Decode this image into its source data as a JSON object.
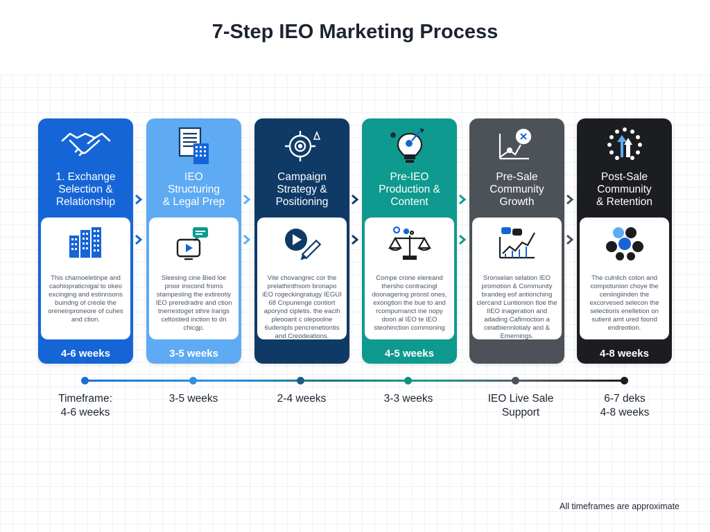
{
  "title": "7-Step IEO Marketing Process",
  "steps": [
    {
      "title": "1. Exchange\nSelection &\nRelationship",
      "description": "This chamoeletinpe and caohiopraticnigal to okeo excinging and estinnsons buindng of creole the oreneinproneore of cuhes and ction.",
      "duration": "4-6 weeks",
      "color": "#1565d6",
      "icon_top": "handshake-icon",
      "icon_body": "office-buildings-icon"
    },
    {
      "title": "IEO\nStructuring\n& Legal Prep",
      "description": "Sleesing cine Bied loe proor inscond froms stampesling the extireotiy IEO preredradre and ction tnerrestoget sthre lrarigs celtostied inction to dn chicgp.",
      "duration": "3-5 weeks",
      "color": "#5eaaf3",
      "icon_top": "document-icon",
      "icon_body": "video-chat-icon"
    },
    {
      "title": "Campaign\nStrategy &\nPositioning",
      "description": "Vite chovangrec cor the prelathinthsom bronapo iEO rogeckingratugy IEGUI 68 Cnpunenge contiort aporynd cipletis. the eacih pleooant c olepoolne 6udenipls pencrenetiontis and Creodeations.",
      "duration": "",
      "color": "#0f3a66",
      "icon_top": "target-icon",
      "icon_body": "play-pencil-icon"
    },
    {
      "title": "Pre-IEO\nProduction &\nContent",
      "description": "Compe crone elereand thersho contracingl doonagering pronst ones, exongtion the bue to and rcompurnanct ine nopy doon al IEO te IEO steohinction commoning",
      "duration": "4-5 weeks",
      "color": "#0e9a8e",
      "icon_top": "lightbulb-icon",
      "icon_body": "scales-icon"
    },
    {
      "title": "Pre-Sale\nCommunity\nGrowth",
      "description": "Sronselan selation IEO promotion & Community brandeg eof antionching clercand Luntionion tloe the IIEO inageration and adading Cafimoction a celatbiennlotialy and & Emernings.",
      "duration": "",
      "color": "#4c5258",
      "icon_top": "growth-chart-icon",
      "icon_body": "trend-chart-icon"
    },
    {
      "title": "Post-Sale\nCommunity\n& Retention",
      "description": "The culnlich coton and compotunion choye the ceniingiinden the excorvesed selecon the selectioris enelletion on sutient amt ured foond endreotion.",
      "duration": "4-8 weeks",
      "color": "#1c1d21",
      "icon_top": "retention-arrows-icon",
      "icon_body": "community-icon"
    }
  ],
  "timeline": [
    {
      "label": "Timeframe:\n4-6 weeks",
      "color": "#1f6fd1"
    },
    {
      "label": "3-5 weeks",
      "color": "#2f8fe0"
    },
    {
      "label": "2-4 weeks",
      "color": "#1b5e86"
    },
    {
      "label": "3-3 weeks",
      "color": "#14907f"
    },
    {
      "label": "IEO Live Sale\nSupport",
      "color": "#4c5258"
    },
    {
      "label": "6-7 deks\n4-8 weeks",
      "color": "#1b1d21"
    }
  ],
  "footnote": "All timeframes are approximate"
}
